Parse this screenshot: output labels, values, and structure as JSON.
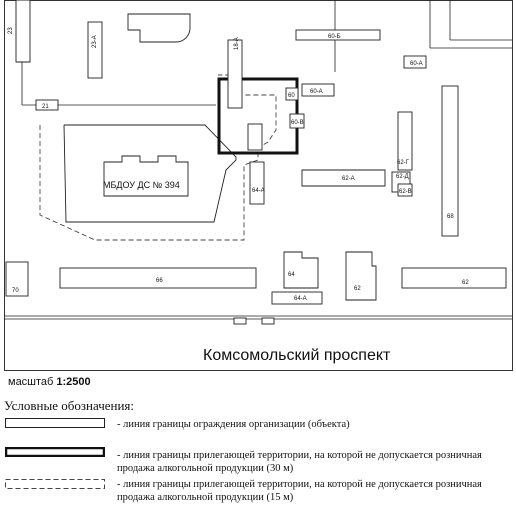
{
  "map": {
    "avenue_name": "Комсомольский проспект",
    "school_label": "МБДОУ ДС № 394",
    "building_labels": {
      "b23": "23",
      "b23a": "23-А",
      "b21": "21",
      "b18a": "18-А",
      "b60b_top": "60-Б",
      "b60a_right": "60-А",
      "b60_small": "60",
      "b60a": "60-А",
      "b60v": "60-В",
      "b62g": "62-Г",
      "b62d": "62-Д",
      "b62v": "62-В",
      "b62a": "62-А",
      "b68": "68",
      "b64a_mid": "64-А",
      "b66": "66",
      "b70": "70",
      "b64": "64",
      "b64a": "64-А",
      "b62": "62",
      "b62_right": "62"
    }
  },
  "scale": {
    "label": "масштаб",
    "value": "1:2500"
  },
  "legend": {
    "title": "Условные обозначения:",
    "items": [
      {
        "text": "- линия границы ограждения организации (объекта)"
      },
      {
        "text": "- линия границы прилегающей территории, на которой не допускается розничная продажа алкогольной продукции (30 м)"
      },
      {
        "text": "- линия границы прилегающей территории, на которой не допускается розничная продажа алкогольной продукции (15 м)"
      }
    ]
  }
}
